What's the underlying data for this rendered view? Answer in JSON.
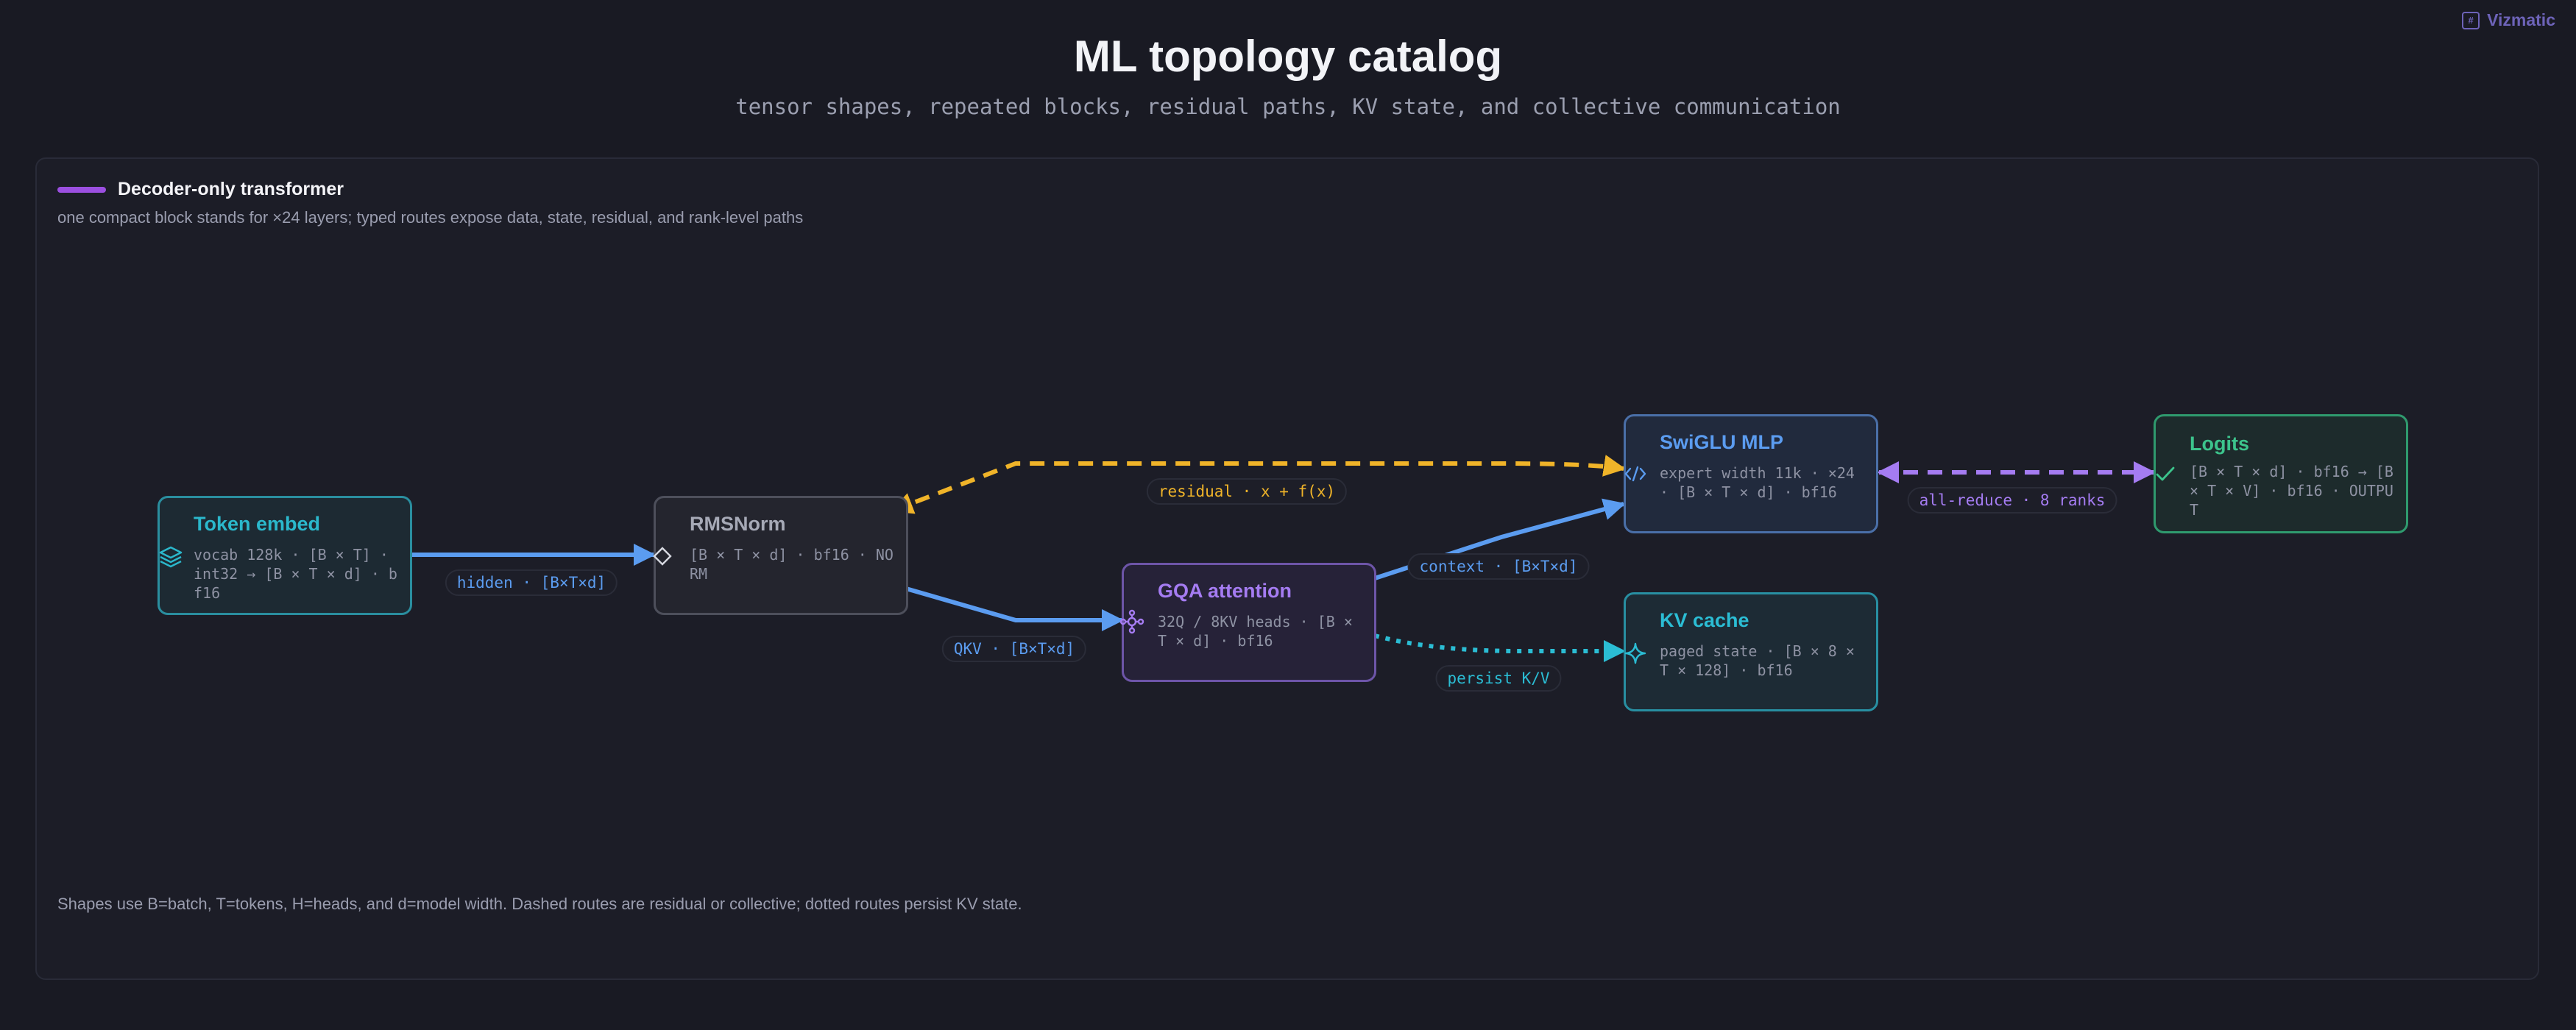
{
  "brand": {
    "name": "Vizmatic"
  },
  "header": {
    "title": "ML topology catalog",
    "subtitle": "tensor shapes, repeated blocks, residual paths, KV state, and collective communication"
  },
  "panel": {
    "title": "Decoder-only transformer",
    "description": "one compact block stands for ×24 layers; typed routes expose data, state, residual, and rank-level paths",
    "footnote": "Shapes use B=batch, T=tokens, H=heads, and d=model width. Dashed routes are residual or collective; dotted routes persist KV state.",
    "accent_color": "#9b4fe0"
  },
  "nodes": {
    "embed": {
      "title": "Token embed",
      "detail": "vocab 128k · [B × T] · int32 → [B × T × d] · bf16",
      "icon": "layers-icon",
      "color": "#2bb8cc"
    },
    "norm": {
      "title": "RMSNorm",
      "detail": "[B × T × d] · bf16 · NORM",
      "icon": "diamond-icon",
      "color": "#a6a9b6"
    },
    "attn": {
      "title": "GQA attention",
      "detail": "32Q / 8KV heads · [B × T × d] · bf16",
      "icon": "network-icon",
      "color": "#a57cf2"
    },
    "mlp": {
      "title": "SwiGLU MLP",
      "detail": "expert width 11k · ×24 · [B × T × d] · bf16",
      "icon": "code-icon",
      "color": "#5b9cf0"
    },
    "kv": {
      "title": "KV cache",
      "detail": "paged state · [B × 8 × T × 128] · bf16",
      "icon": "sparkle-icon",
      "color": "#2bbdd4"
    },
    "logits": {
      "title": "Logits",
      "detail": "[B × T × d] · bf16 → [B × T × V] · bf16 · OUTPUT",
      "icon": "check-icon",
      "color": "#3cc48c"
    }
  },
  "edges": {
    "hidden": {
      "label": "hidden · [B×T×d]",
      "color": "#5b9cf0",
      "style": "solid"
    },
    "qkv": {
      "label": "QKV · [B×T×d]",
      "color": "#5b9cf0",
      "style": "solid"
    },
    "residual": {
      "label": "residual · x + f(x)",
      "color": "#f0b429",
      "style": "dashed"
    },
    "context": {
      "label": "context · [B×T×d]",
      "color": "#5b9cf0",
      "style": "solid"
    },
    "persist": {
      "label": "persist K/V",
      "color": "#2bbdd4",
      "style": "dotted"
    },
    "allreduce": {
      "label": "all-reduce · 8 ranks",
      "color": "#a57cf2",
      "style": "dashed"
    }
  }
}
